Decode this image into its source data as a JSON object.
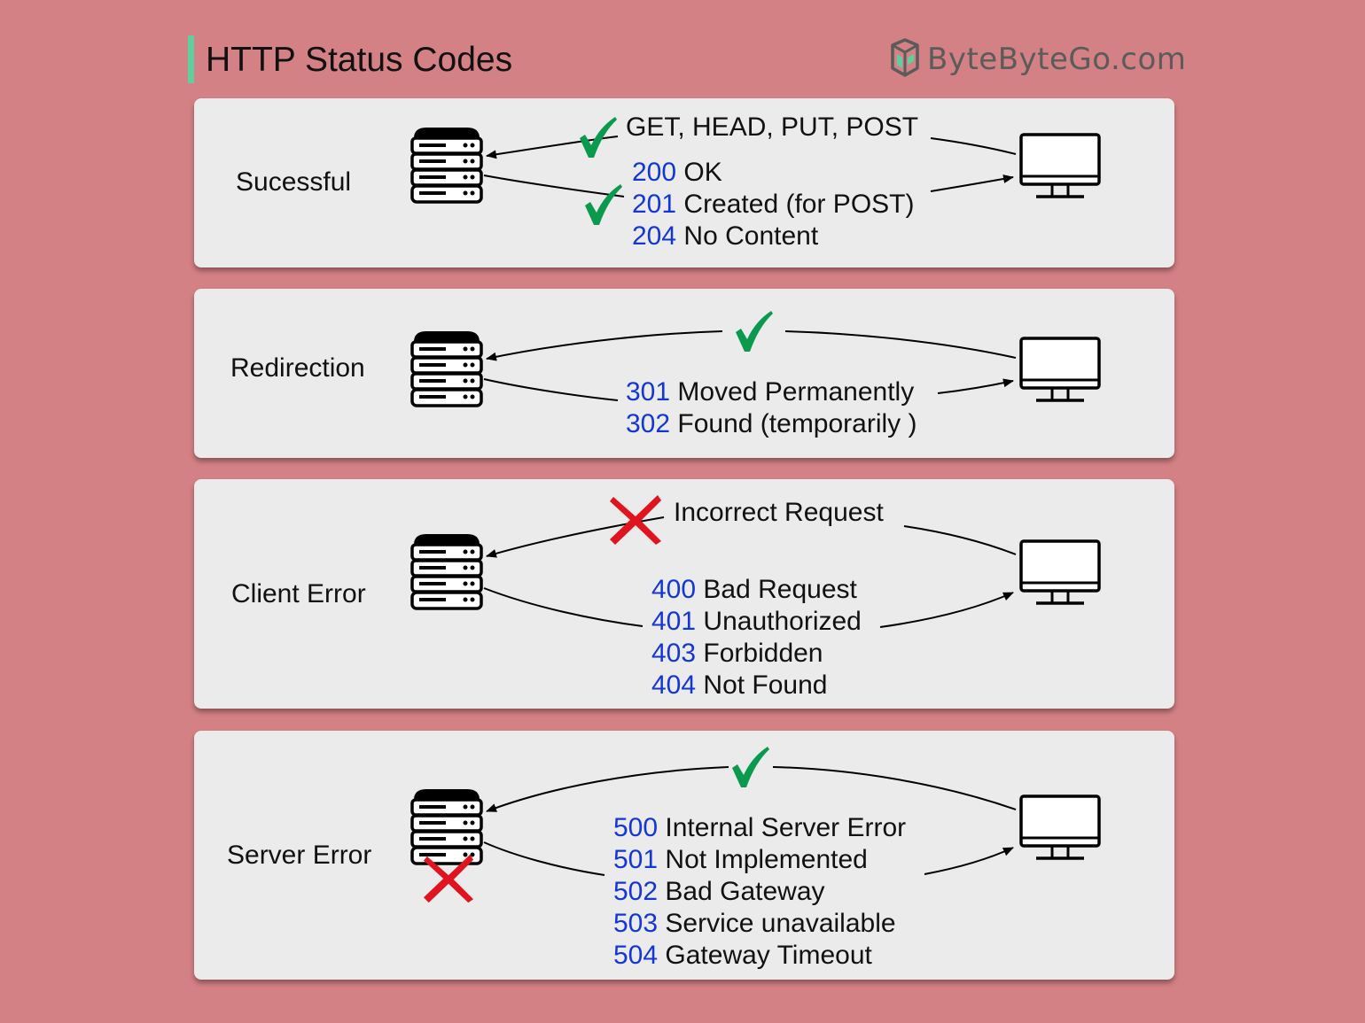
{
  "header": {
    "title": "HTTP Status Codes",
    "brand": "ByteByteGo.com"
  },
  "colors": {
    "background": "#d48185",
    "panel": "#ebebeb",
    "code_blue": "#1336d8",
    "check_green": "#0a9a4e",
    "cross_red": "#e0141e",
    "accent_bar": "#5fcf9c"
  },
  "icons": {
    "server": "server-icon",
    "client": "monitor-icon",
    "success": "checkmark-icon",
    "failure": "cross-icon"
  },
  "panels": [
    {
      "label": "Sucessful",
      "request": "GET, HEAD, PUT, POST",
      "codes": [
        {
          "code": "200",
          "text": "OK"
        },
        {
          "code": "201",
          "text": "Created (for POST)"
        },
        {
          "code": "204",
          "text": "No Content"
        }
      ]
    },
    {
      "label": "Redirection",
      "codes": [
        {
          "code": "301",
          "text": "Moved Permanently"
        },
        {
          "code": "302",
          "text": "Found (temporarily )"
        }
      ]
    },
    {
      "label": "Client Error",
      "request": "Incorrect Request",
      "codes": [
        {
          "code": "400",
          "text": "Bad Request"
        },
        {
          "code": "401",
          "text": "Unauthorized"
        },
        {
          "code": "403",
          "text": "Forbidden"
        },
        {
          "code": "404",
          "text": "Not Found"
        }
      ]
    },
    {
      "label": "Server Error",
      "codes": [
        {
          "code": "500",
          "text": "Internal Server Error"
        },
        {
          "code": "501",
          "text": "Not Implemented"
        },
        {
          "code": "502",
          "text": "Bad Gateway"
        },
        {
          "code": "503",
          "text": "Service unavailable"
        },
        {
          "code": "504",
          "text": "Gateway Timeout"
        }
      ]
    }
  ]
}
